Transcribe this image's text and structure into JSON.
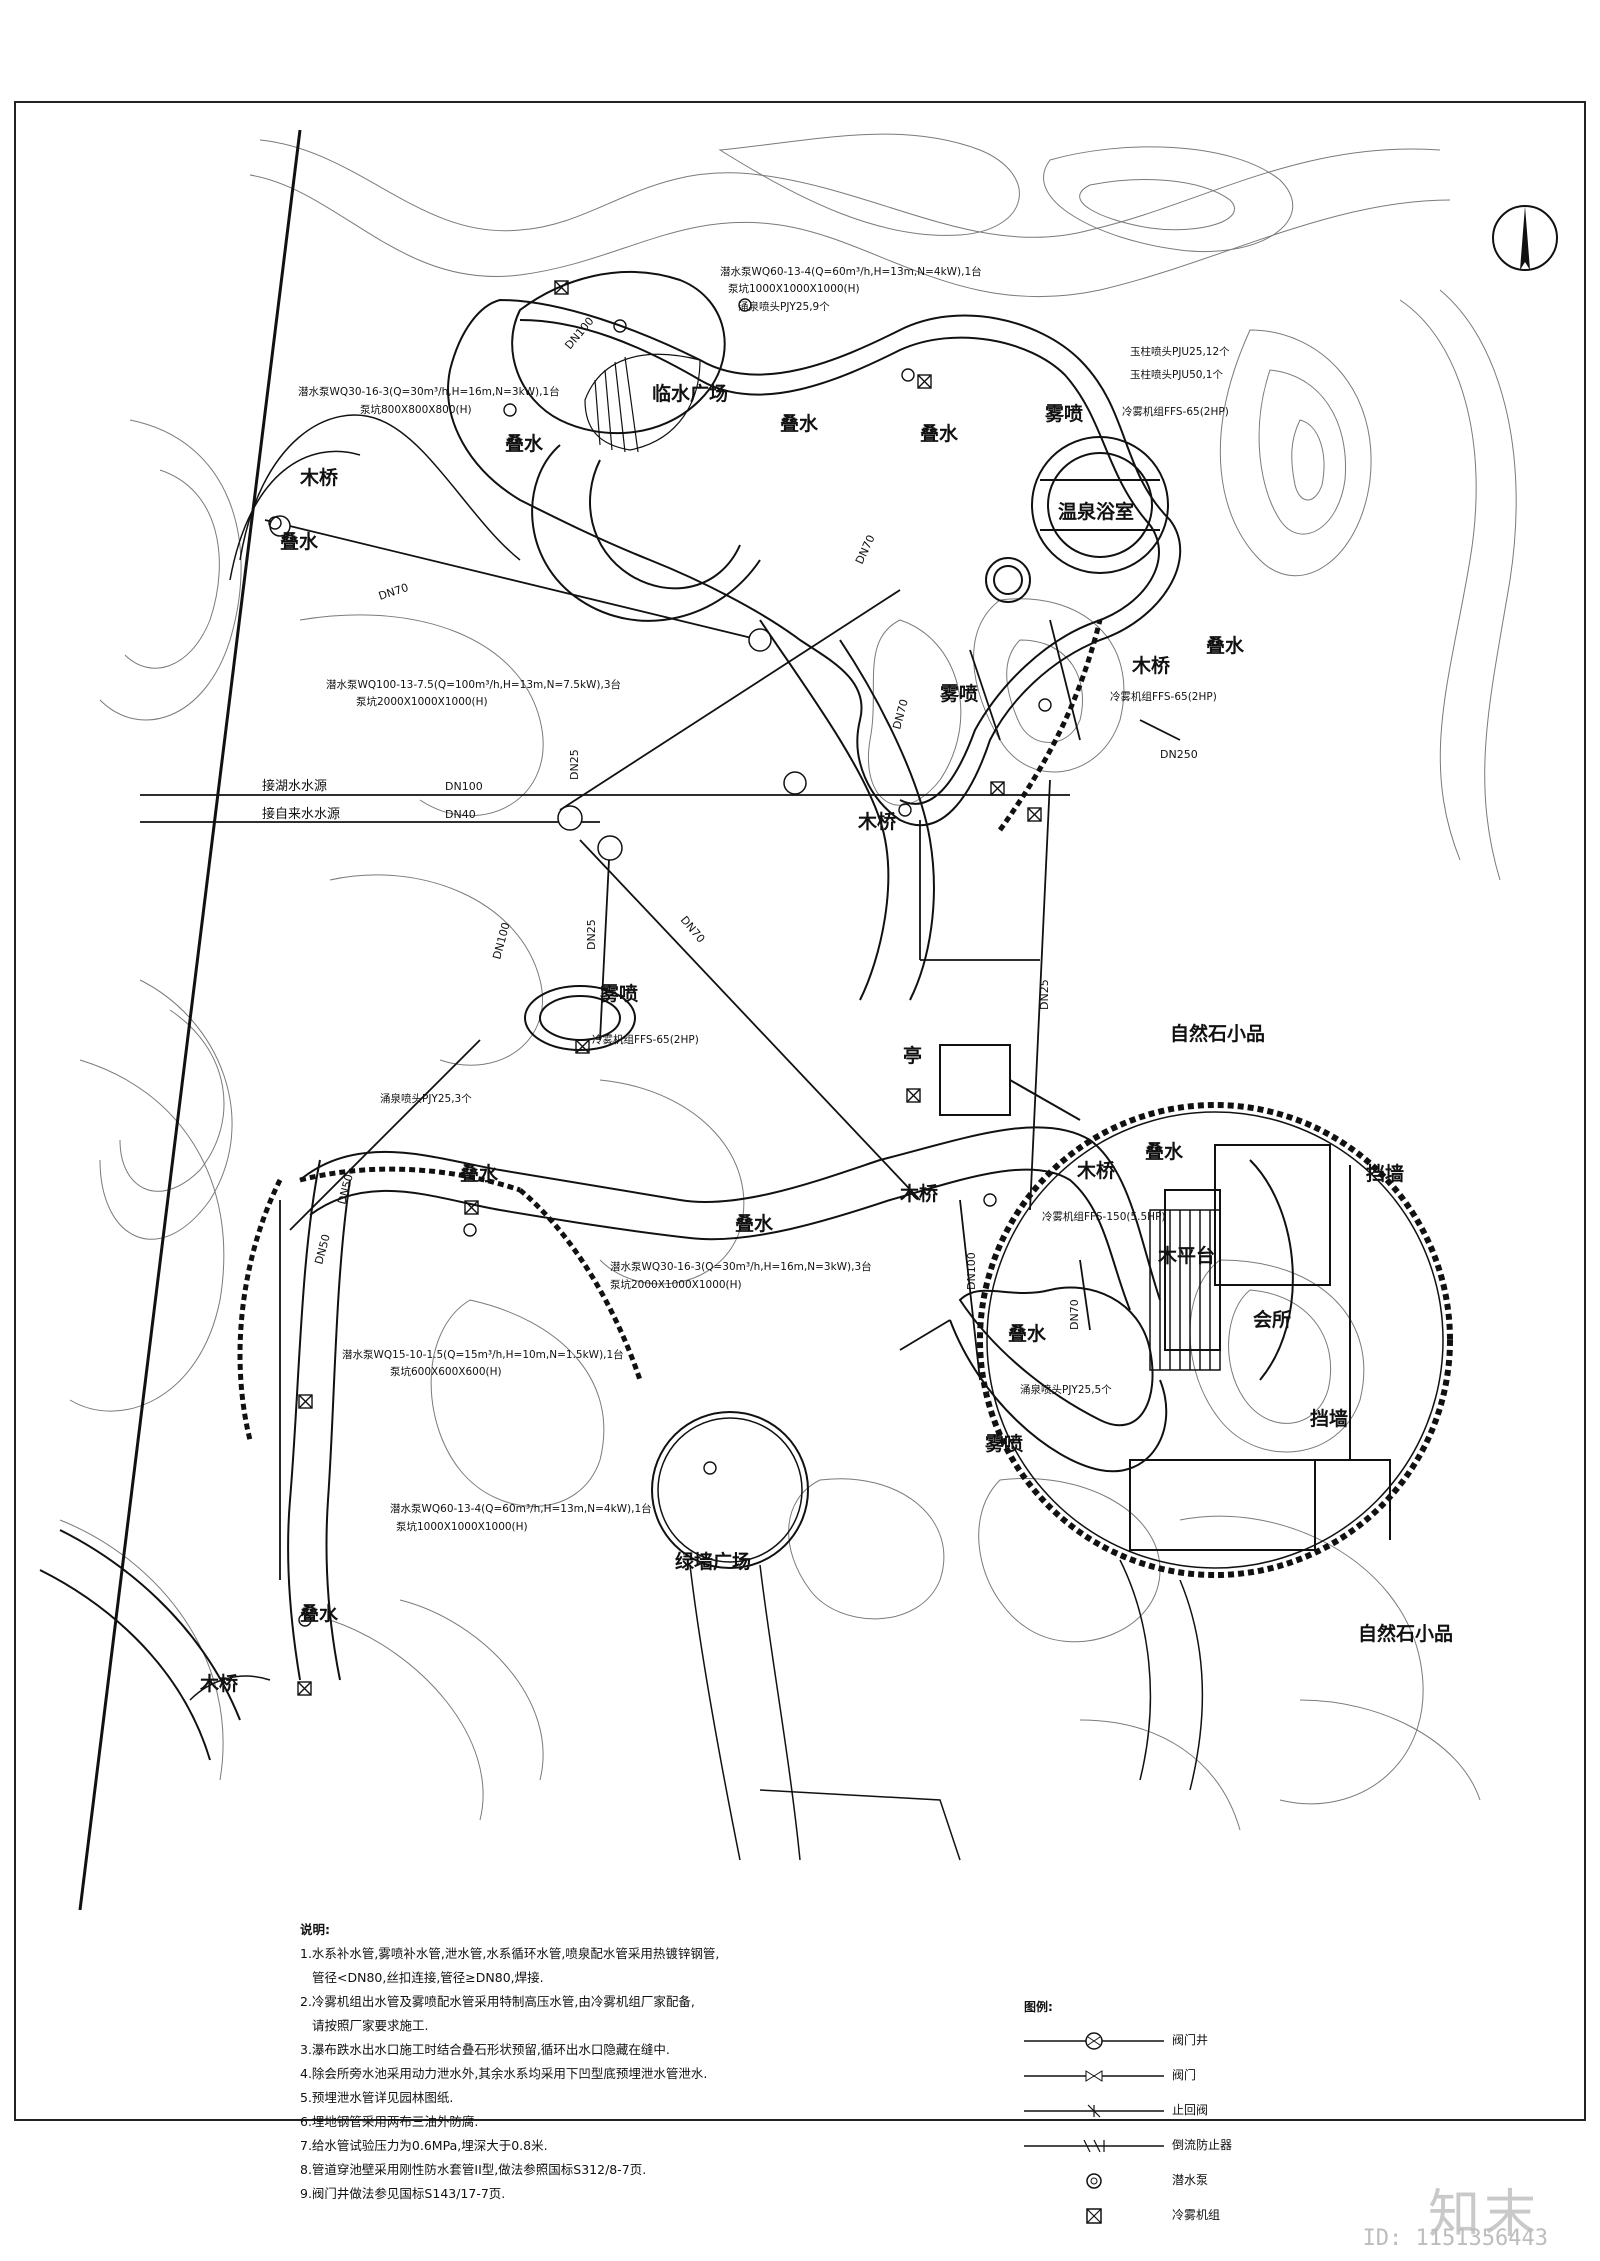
{
  "plan_labels": {
    "waterfront_plaza": "临水广场",
    "hot_spring_bath": "温泉浴室",
    "green_wall_plaza": "绿墙广场",
    "clubhouse": "会所",
    "pavilion": "亭",
    "wood_platform": "木平台",
    "retaining_wall_a": "挡墙",
    "retaining_wall_b": "挡墙",
    "natural_stone_a": "自然石小品",
    "natural_stone_b": "自然石小品",
    "wood_bridge_1": "木桥",
    "wood_bridge_2": "木桥",
    "wood_bridge_3": "木桥",
    "wood_bridge_4": "木桥",
    "wood_bridge_5": "木桥",
    "wood_bridge_6": "木桥",
    "cascade_1": "叠水",
    "cascade_2": "叠水",
    "cascade_3": "叠水",
    "cascade_4": "叠水",
    "cascade_5": "叠水",
    "cascade_6": "叠水",
    "cascade_7": "叠水",
    "cascade_8": "叠水",
    "cascade_9": "叠水",
    "cascade_10": "叠水",
    "mist_1": "雾喷",
    "mist_2": "雾喷",
    "mist_3": "雾喷",
    "mist_4": "雾喷"
  },
  "pipe_labels": {
    "lake_source": "接湖水水源",
    "tap_source": "接自来水水源",
    "dn100_a": "DN100",
    "dn40": "DN40",
    "dn70_a": "DN70",
    "dn70_b": "DN70",
    "dn70_c": "DN70",
    "dn70_d": "DN70",
    "dn70_e": "DN70",
    "dn25_a": "DN25",
    "dn25_b": "DN25",
    "dn25_c": "DN25",
    "dn100_b": "DN100",
    "dn250": "DN250",
    "dn50_a": "DN50",
    "dn50_b": "DN50",
    "dn100_c": "DN100",
    "dn100_d": "DN100"
  },
  "annotations": {
    "pump_top": "潜水泵WQ60-13-4(Q=60m³/h,H=13m,N=4kW),1台",
    "pit_top": "泵坑1000X1000X1000(H)",
    "gush_top": "涌泉喷头PJY25,9个",
    "pump_left": "潜水泵WQ30-16-3(Q=30m³/h,H=16m,N=3kW),1台",
    "pit_left": "泵坑800X800X800(H)",
    "jade_25": "玉柱喷头PJU25,12个",
    "jade_50": "玉柱喷头PJU50,1个",
    "fog_unit_1": "冷雾机组FFS-65(2HP)",
    "pump_mid": "潜水泵WQ100-13-7.5(Q=100m³/h,H=13m,N=7.5kW),3台",
    "pit_mid": "泵坑2000X1000X1000(H)",
    "fog_unit_2": "冷雾机组FFS-65(2HP)",
    "fog_unit_3": "冷雾机组FFS-65(2HP)",
    "gush_left": "涌泉喷头PJY25,3个",
    "fog_unit_4": "冷雾机组FFS-150(5.5HP)",
    "pump_center": "潜水泵WQ30-16-3(Q=30m³/h,H=16m,N=3kW),3台",
    "pit_center": "泵坑2000X1000X1000(H)",
    "gush_right": "涌泉喷头PJY25,5个",
    "pump_small": "潜水泵WQ15-10-1.5(Q=15m³/h,H=10m,N=1.5kW),1台",
    "pit_small": "泵坑600X600X600(H)",
    "pump_bottom": "潜水泵WQ60-13-4(Q=60m³/h,H=13m,N=4kW),1台",
    "pit_bottom": "泵坑1000X1000X1000(H)"
  },
  "notes": {
    "title": "说明:",
    "items": [
      "1.水系补水管,雾喷补水管,泄水管,水系循环水管,喷泉配水管采用热镀锌钢管,",
      "管径<DN80,丝扣连接,管径≥DN80,焊接.",
      "2.冷雾机组出水管及雾喷配水管采用特制高压水管,由冷雾机组厂家配备,",
      "请按照厂家要求施工.",
      "3.瀑布跌水出水口施工时结合叠石形状预留,循环出水口隐藏在缝中.",
      "4.除会所旁水池采用动力泄水外,其余水系均采用下凹型底预埋泄水管泄水.",
      "5.预埋泄水管详见园林图纸.",
      "6.埋地钢管采用两布三油外防腐.",
      "7.给水管试验压力为0.6MPa,埋深大于0.8米.",
      "8.管道穿池壁采用刚性防水套管II型,做法参照国标S312/8-7页.",
      "9.阀门井做法参见国标S143/17-7页."
    ]
  },
  "legend": {
    "title": "图例:",
    "items": [
      {
        "symbol": "valve-well",
        "label": "阀门井"
      },
      {
        "symbol": "valve",
        "label": "阀门"
      },
      {
        "symbol": "check-valve",
        "label": "止回阀"
      },
      {
        "symbol": "backflow-preventer",
        "label": "倒流防止器"
      },
      {
        "symbol": "submersible-pump",
        "label": "潜水泵"
      },
      {
        "symbol": "fog-unit",
        "label": "冷雾机组"
      }
    ]
  },
  "branding": {
    "site_logo": "知末",
    "image_id": "ID: 1151356443"
  },
  "colors": {
    "line": "#111111",
    "contour": "#7a7a7a",
    "watermark": "#c9c9c9"
  }
}
